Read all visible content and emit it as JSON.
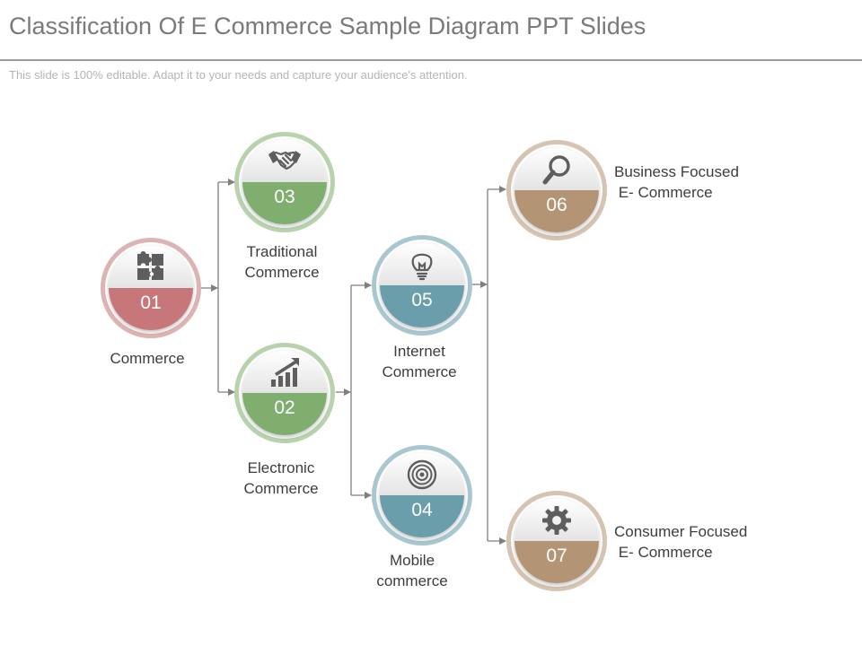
{
  "header": {
    "title": "Classification Of E Commerce Sample Diagram PPT Slides",
    "subtitle": "This slide is 100% editable. Adapt it to your needs and capture your audience's attention."
  },
  "nodes": {
    "n01": {
      "number": "01",
      "label_lines": [
        "Commerce"
      ],
      "icon": "puzzle-icon",
      "color": "#c7777a",
      "ring": "#dcb4b4"
    },
    "n02": {
      "number": "02",
      "label_lines": [
        "Electronic",
        "Commerce"
      ],
      "icon": "growth-chart-icon",
      "color": "#7fae6f",
      "ring": "#b9d2ae"
    },
    "n03": {
      "number": "03",
      "label_lines": [
        "Traditional",
        "Commerce"
      ],
      "icon": "handshake-icon",
      "color": "#7fae6f",
      "ring": "#b9d2ae"
    },
    "n04": {
      "number": "04",
      "label_lines": [
        "Mobile",
        "commerce"
      ],
      "icon": "target-icon",
      "color": "#6a9eab",
      "ring": "#a9c7cf"
    },
    "n05": {
      "number": "05",
      "label_lines": [
        "Internet",
        "Commerce"
      ],
      "icon": "lightbulb-icon",
      "color": "#6a9eab",
      "ring": "#a9c7cf"
    },
    "n06": {
      "number": "06",
      "label_lines": [
        "Business Focused",
        " E- Commerce"
      ],
      "icon": "magnifier-icon",
      "color": "#b39575",
      "ring": "#d6c4b2"
    },
    "n07": {
      "number": "07",
      "label_lines": [
        "Consumer Focused",
        " E- Commerce"
      ],
      "icon": "gear-icon",
      "color": "#b39575",
      "ring": "#d6c4b2"
    }
  },
  "connector_color": "#7f7f7f"
}
